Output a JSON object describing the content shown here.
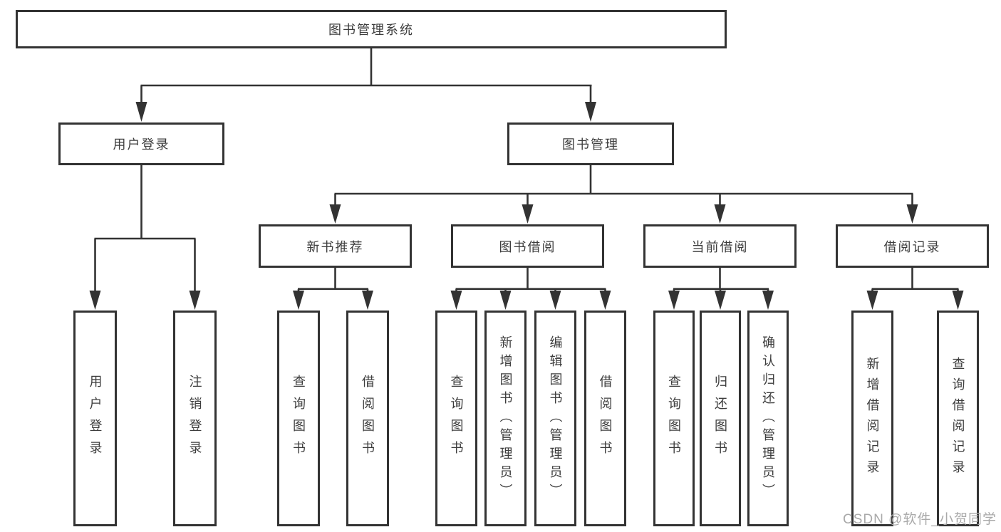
{
  "diagram": {
    "root": {
      "label": "图书管理系统"
    },
    "branches": [
      {
        "label": "用户登录",
        "leaves": [
          "用户登录",
          "注销登录"
        ]
      },
      {
        "label": "图书管理",
        "groups": [
          {
            "label": "新书推荐",
            "leaves": [
              "查询图书",
              "借阅图书"
            ]
          },
          {
            "label": "图书借阅",
            "leaves": [
              "查询图书",
              "新增图书（管理员）",
              "编辑图书（管理员）",
              "借阅图书"
            ]
          },
          {
            "label": "当前借阅",
            "leaves": [
              "查询图书",
              "归还图书",
              "确认归还（管理员）"
            ]
          },
          {
            "label": "借阅记录",
            "leaves": [
              "新增借阅记录",
              "查询借阅记录"
            ]
          }
        ]
      }
    ]
  },
  "watermark": {
    "text": "CSDN @软件_小贺同学"
  },
  "colors": {
    "line": "#333333",
    "text": "#3d3d3d",
    "background": "#ffffff",
    "watermark": "#a9a9a9"
  }
}
